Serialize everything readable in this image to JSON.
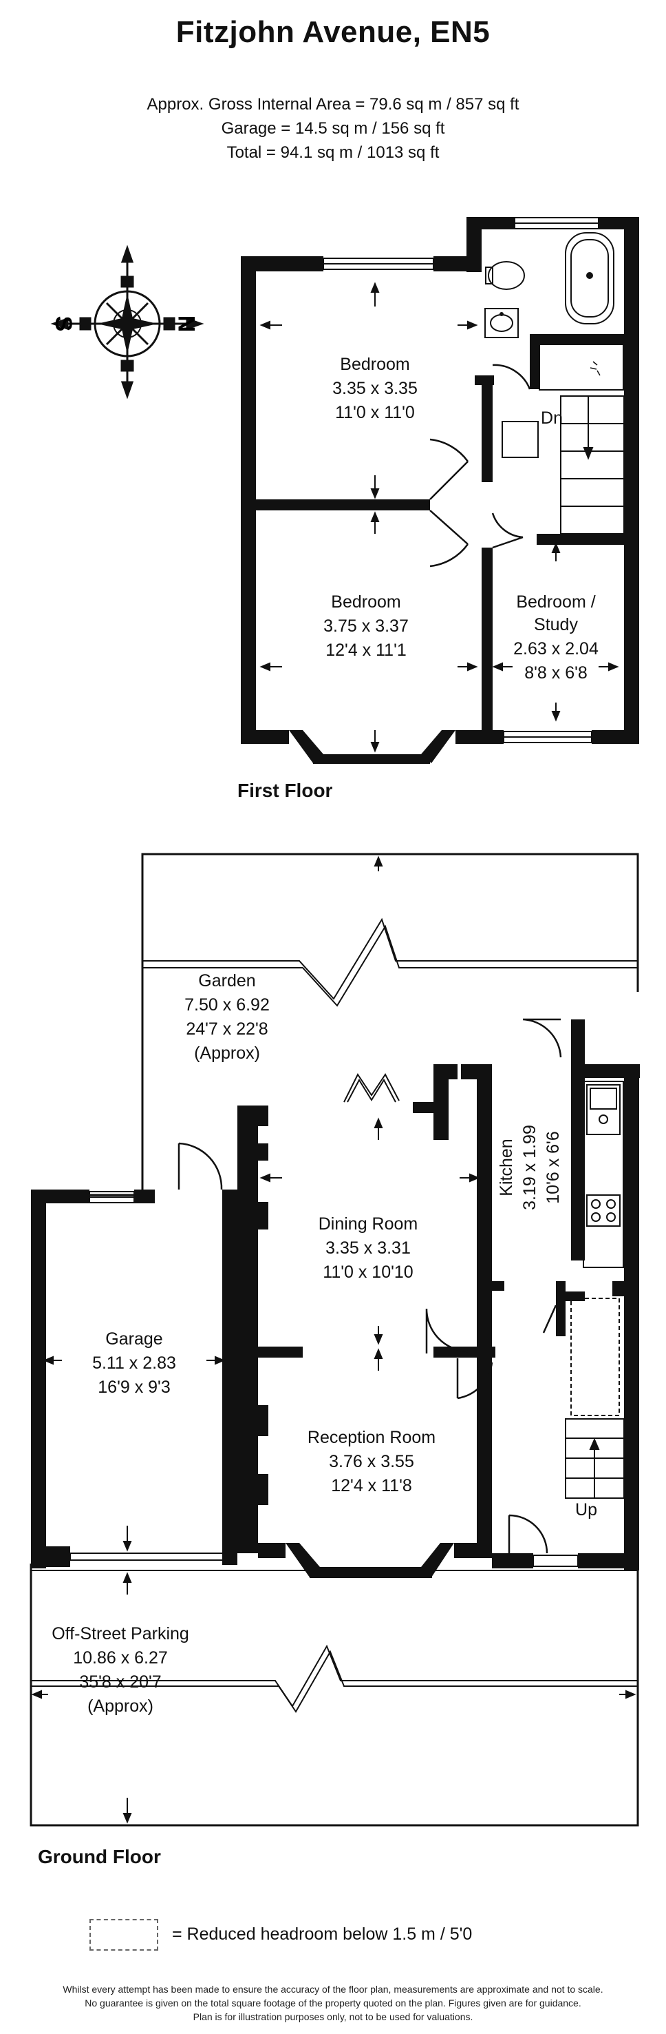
{
  "header": {
    "title": "Fitzjohn Avenue, EN5",
    "area_lines": [
      "Approx. Gross Internal Area = 79.6 sq m / 857 sq ft",
      "Garage = 14.5 sq m / 156 sq ft",
      "Total = 94.1 sq m / 1013 sq ft"
    ]
  },
  "compass": {
    "left_letter": "S",
    "right_letter": "N"
  },
  "first_floor": {
    "label": "First Floor",
    "rooms": [
      {
        "name": "Bedroom",
        "metric": "3.35 x 3.35",
        "imperial": "11'0 x 11'0"
      },
      {
        "name": "Bedroom",
        "metric": "3.75 x 3.37",
        "imperial": "12'4 x 11'1"
      },
      {
        "name": "Bedroom /",
        "name2": "Study",
        "metric": "2.63 x 2.04",
        "imperial": "8'8 x 6'8"
      }
    ],
    "stairs_label": "Dn"
  },
  "ground_floor": {
    "label": "Ground Floor",
    "rooms": [
      {
        "name": "Garden",
        "metric": "7.50 x 6.92",
        "imperial": "24'7 x 22'8",
        "note": "(Approx)"
      },
      {
        "name": "Kitchen",
        "metric": "3.19 x 1.99",
        "imperial": "10'6 x 6'6"
      },
      {
        "name": "Dining Room",
        "metric": "3.35 x 3.31",
        "imperial": "11'0 x 10'10"
      },
      {
        "name": "Garage",
        "metric": "5.11 x 2.83",
        "imperial": "16'9 x 9'3"
      },
      {
        "name": "Reception Room",
        "metric": "3.76 x 3.55",
        "imperial": "12'4 x 11'8"
      },
      {
        "name": "Off-Street Parking",
        "metric": "10.86 x 6.27",
        "imperial": "35'8 x 20'7",
        "note": "(Approx)"
      }
    ],
    "stairs_label": "Up"
  },
  "legend": {
    "text": "=  Reduced headroom  below 1.5 m / 5'0"
  },
  "disclaimer": [
    "Whilst every attempt has been made to ensure the accuracy of the floor plan, measurements are approximate and not to scale.",
    "No guarantee is given on the total square footage of the property quoted on the plan. Figures given are for guidance.",
    "Plan is for illustration purposes only, not to be used for valuations."
  ]
}
